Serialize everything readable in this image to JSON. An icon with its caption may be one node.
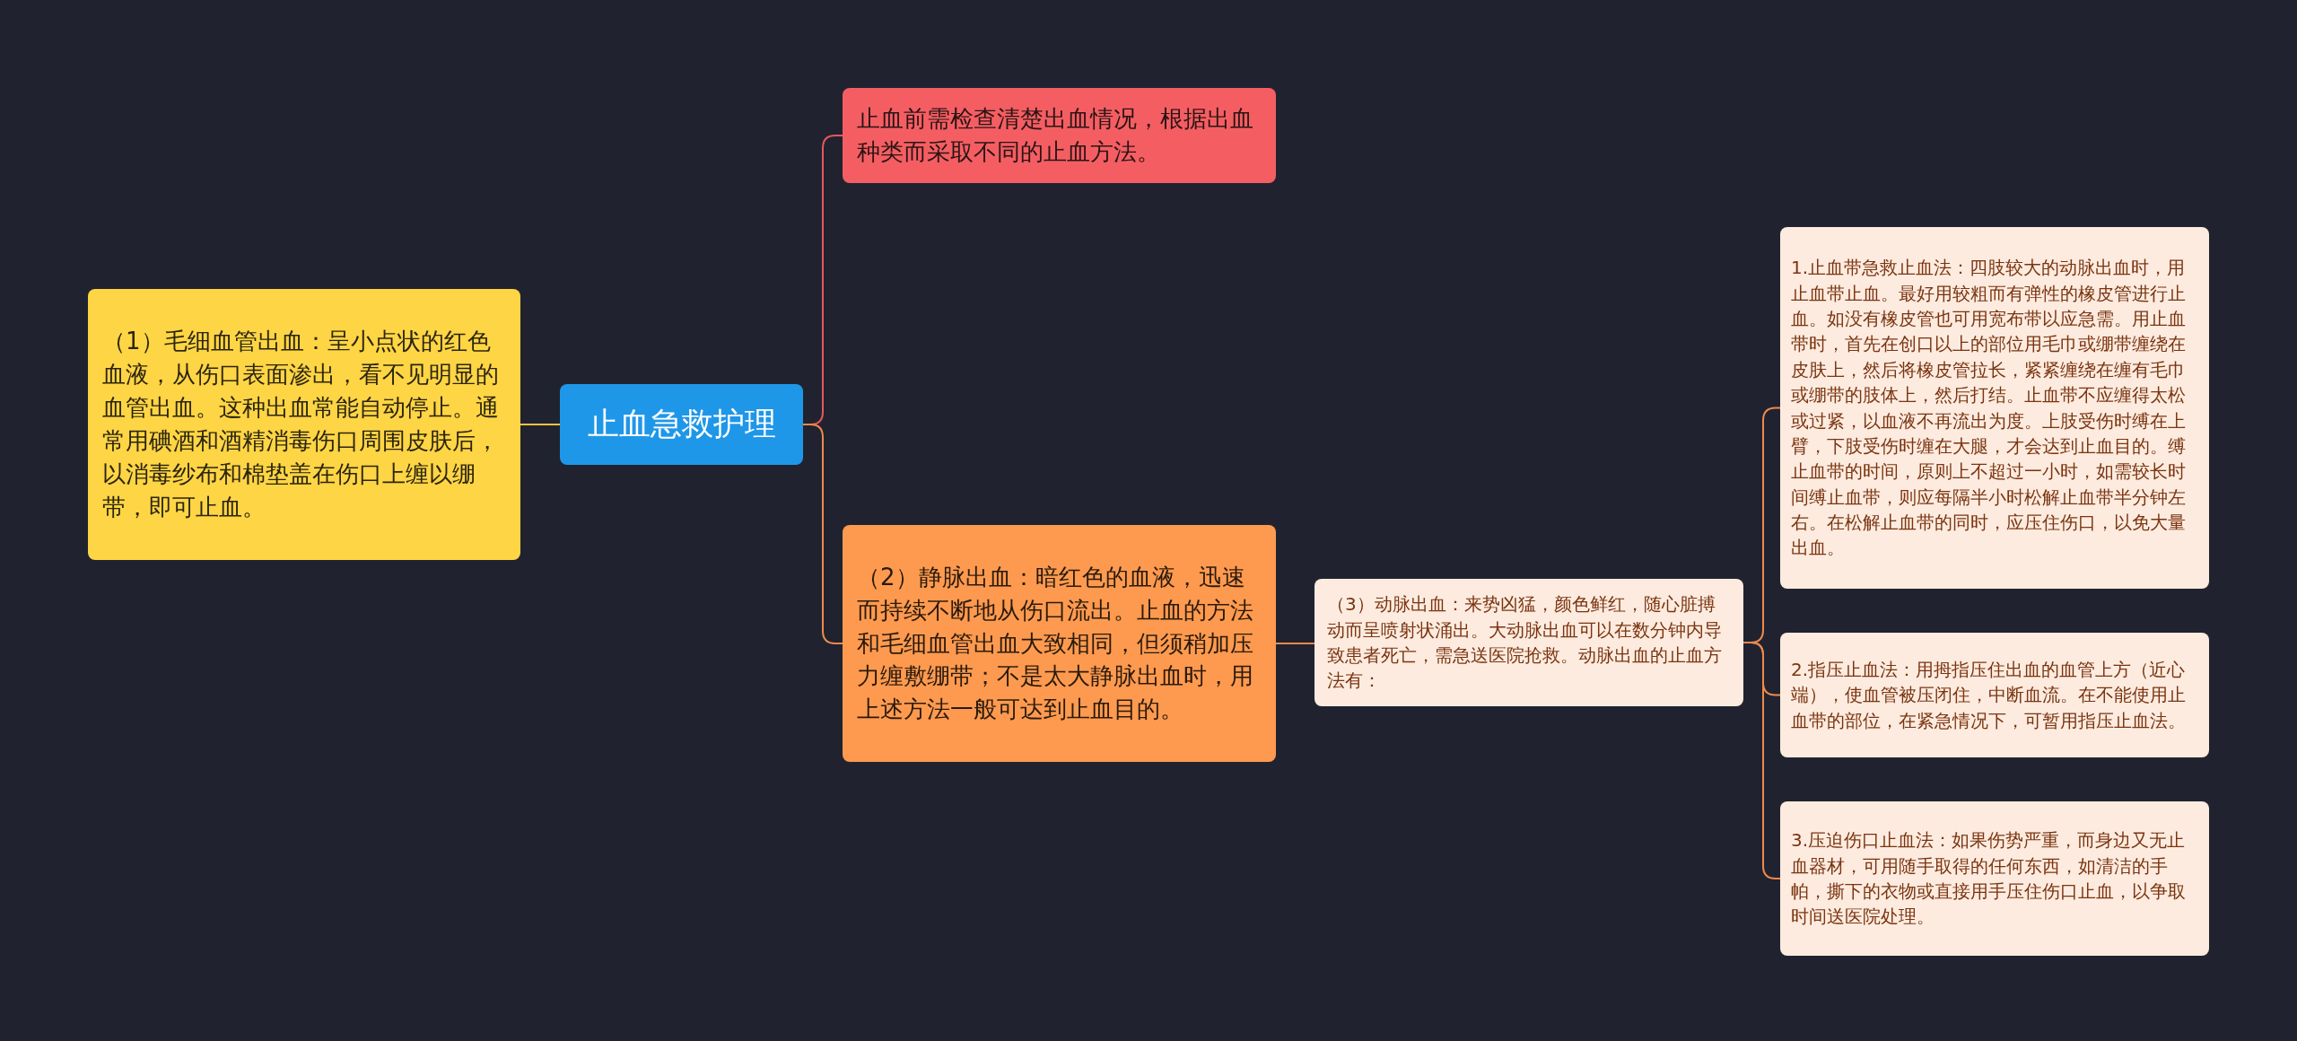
{
  "diagram": {
    "nodes": [
      {
        "text": [
          "止血急救护理"
        ]
      },
      {
        "text": [
          "（1）毛细血管出血：呈小点状的红色血液，从伤口表面渗出，看不见明显的血管出血。这种出血常能自动停止。通常用碘酒和酒精消毒伤口周围皮肤后，以消毒纱布和棉垫盖在伤口上缠以绷带，即可止血。"
        ]
      },
      {
        "text": [
          "止血前需检查清楚出血情况，根据出血种类而采取不同的止血方法。"
        ]
      },
      {
        "text": [
          "（2）静脉出血：暗红色的血液，迅速而持续不断地从伤口流出。止血的方法和毛细血管出血大致相同，但须稍加压力缠敷绷带；不是太大静脉出血时，用上述方法一般可达到止血目的。"
        ]
      },
      {
        "text": [
          "（3）动脉出血：来势凶猛，颜色鲜红，随心脏搏动而呈喷射状涌出。大动脉出血可以在数分钟内导致患者死亡，需急送医院抢救。动脉出血的止血方法有："
        ]
      },
      {
        "text": [
          "1.止血带急救止血法：四肢较大的动脉出血时，用止血带止血。最好用较粗而有弹性的橡皮管进行止血。如没有橡皮管也可用宽布带以应急需。用止血带时，首先在创口以上的部位用毛巾或绷带缠绕在皮肤上，然后将橡皮管拉长，紧紧缠绕在缠有毛巾或绷带的肢体上，然后打结。止血带不应缠得太松或过紧，以血液不再流出为度。上肢受伤时缚在上臂，下肢受伤时缠在大腿，才会达到止血目的。缚止血带的时间，原则上不超过一小时，如需较长时间缚止血带，则应每隔半小时松解止血带半分钟左右。在松解止血带的同时，应压住伤口，以免大量出血。"
        ]
      },
      {
        "text": [
          "2.指压止血法：用拇指压住出血的血管上方（近心端），使血管被压闭住，中断血流。在不能使用止血带的部位，在紧急情况下，可暂用指压止血法。"
        ]
      },
      {
        "text": [
          "3.压迫伤口止血法：如果伤势严重，而身边又无止血器材，可用随手取得的任何东西，如清洁的手帕，撕下的衣物或直接用手压住伤口止血，以争取时间送医院处理。"
        ]
      }
    ],
    "edges": [
      {
        "from": 0,
        "to": 1,
        "arrow": "none",
        "color": "#f5c542"
      },
      {
        "from": 0,
        "to": 2,
        "arrow": "none",
        "color": "#e8575c"
      },
      {
        "from": 0,
        "to": 3,
        "arrow": "none"
      },
      {
        "from": 3,
        "to": 4,
        "arrow": "none"
      },
      {
        "from": 4,
        "to": 5,
        "arrow": "none"
      },
      {
        "from": 4,
        "to": 6,
        "arrow": "none"
      },
      {
        "from": 4,
        "to": 7,
        "arrow": "none"
      }
    ]
  }
}
